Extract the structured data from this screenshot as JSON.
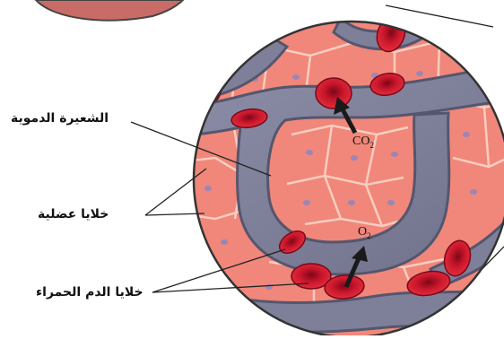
{
  "labels": {
    "capillary": "الشعيرة الدموية",
    "muscle_cells": "خلايا عضلية",
    "red_blood_cells": "خلايا الدم الحمراء"
  },
  "gas_labels": {
    "co2_main": "CO",
    "co2_sub": "2",
    "o2_main": "O",
    "o2_sub": "2"
  },
  "colors": {
    "tissue": "#f08a7c",
    "cell_border": "#f7c3b6",
    "nucleus": "#9b86b5",
    "capillary": "#7e7f98",
    "capillary_edge": "#55566e",
    "rbc": "#c8152b",
    "rbc_dark": "#7d0718",
    "arrow": "#1a1a1a"
  }
}
